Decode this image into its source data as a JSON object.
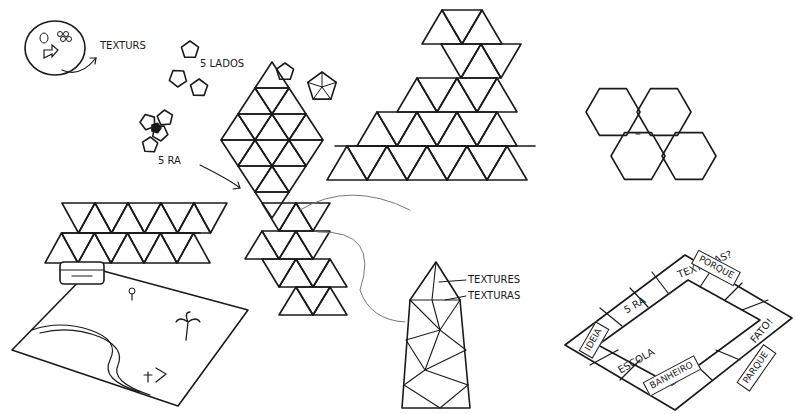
{
  "diagram": {
    "nodes": [
      {
        "text": [
          "PORQUE"
        ]
      },
      {
        "text": [
          "IDEIA"
        ]
      },
      {
        "text": [
          "PARQUE"
        ]
      },
      {
        "text": [
          "BANHEIRO"
        ]
      }
    ],
    "labels": [
      "TEXTURS",
      "5 LADOS",
      "5 RA",
      "TEXTURES",
      "TEXTURAS",
      "5 RA",
      "TEXTURAS?",
      "ESCOLA",
      "FATO!"
    ]
  }
}
